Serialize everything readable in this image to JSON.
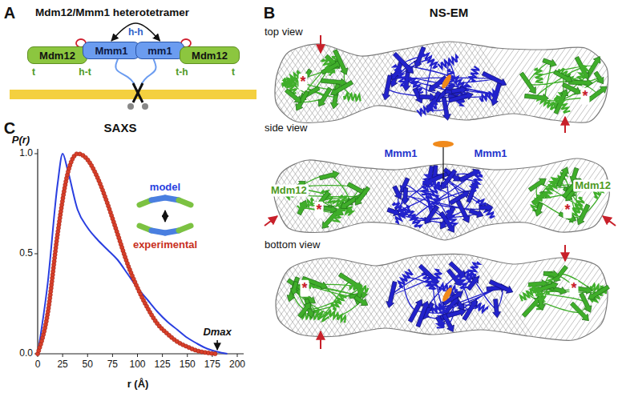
{
  "diagram": {
    "nodes": [
      {
        "text": [
          "Mdm12"
        ]
      },
      {
        "text": [
          "Mmm1"
        ]
      },
      {
        "text": [
          "mm1"
        ]
      },
      {
        "text": [
          "Mdm12"
        ]
      }
    ],
    "edges": [
      {
        "from": 1,
        "to": 2,
        "arrow": "both"
      }
    ],
    "labels": [
      "A",
      "Mdm12/Mmm1 heterotetramer",
      "h-h",
      "h-t",
      "t-h",
      "t",
      "t",
      "B",
      "NS-EM",
      "top view",
      "*",
      "*",
      "side view",
      "Mmm1",
      "Mmm1",
      "Mdm12",
      "Mdm12",
      "*",
      "*",
      "bottom view",
      "*",
      "*",
      "C",
      "SAXS",
      "P(r)",
      "model",
      "experimental",
      "1.0",
      "0.5",
      "0.0",
      "0",
      "25",
      "50",
      "75",
      "100",
      "125",
      "150",
      "175",
      "200",
      "r (Å)",
      "Dmax"
    ]
  }
}
